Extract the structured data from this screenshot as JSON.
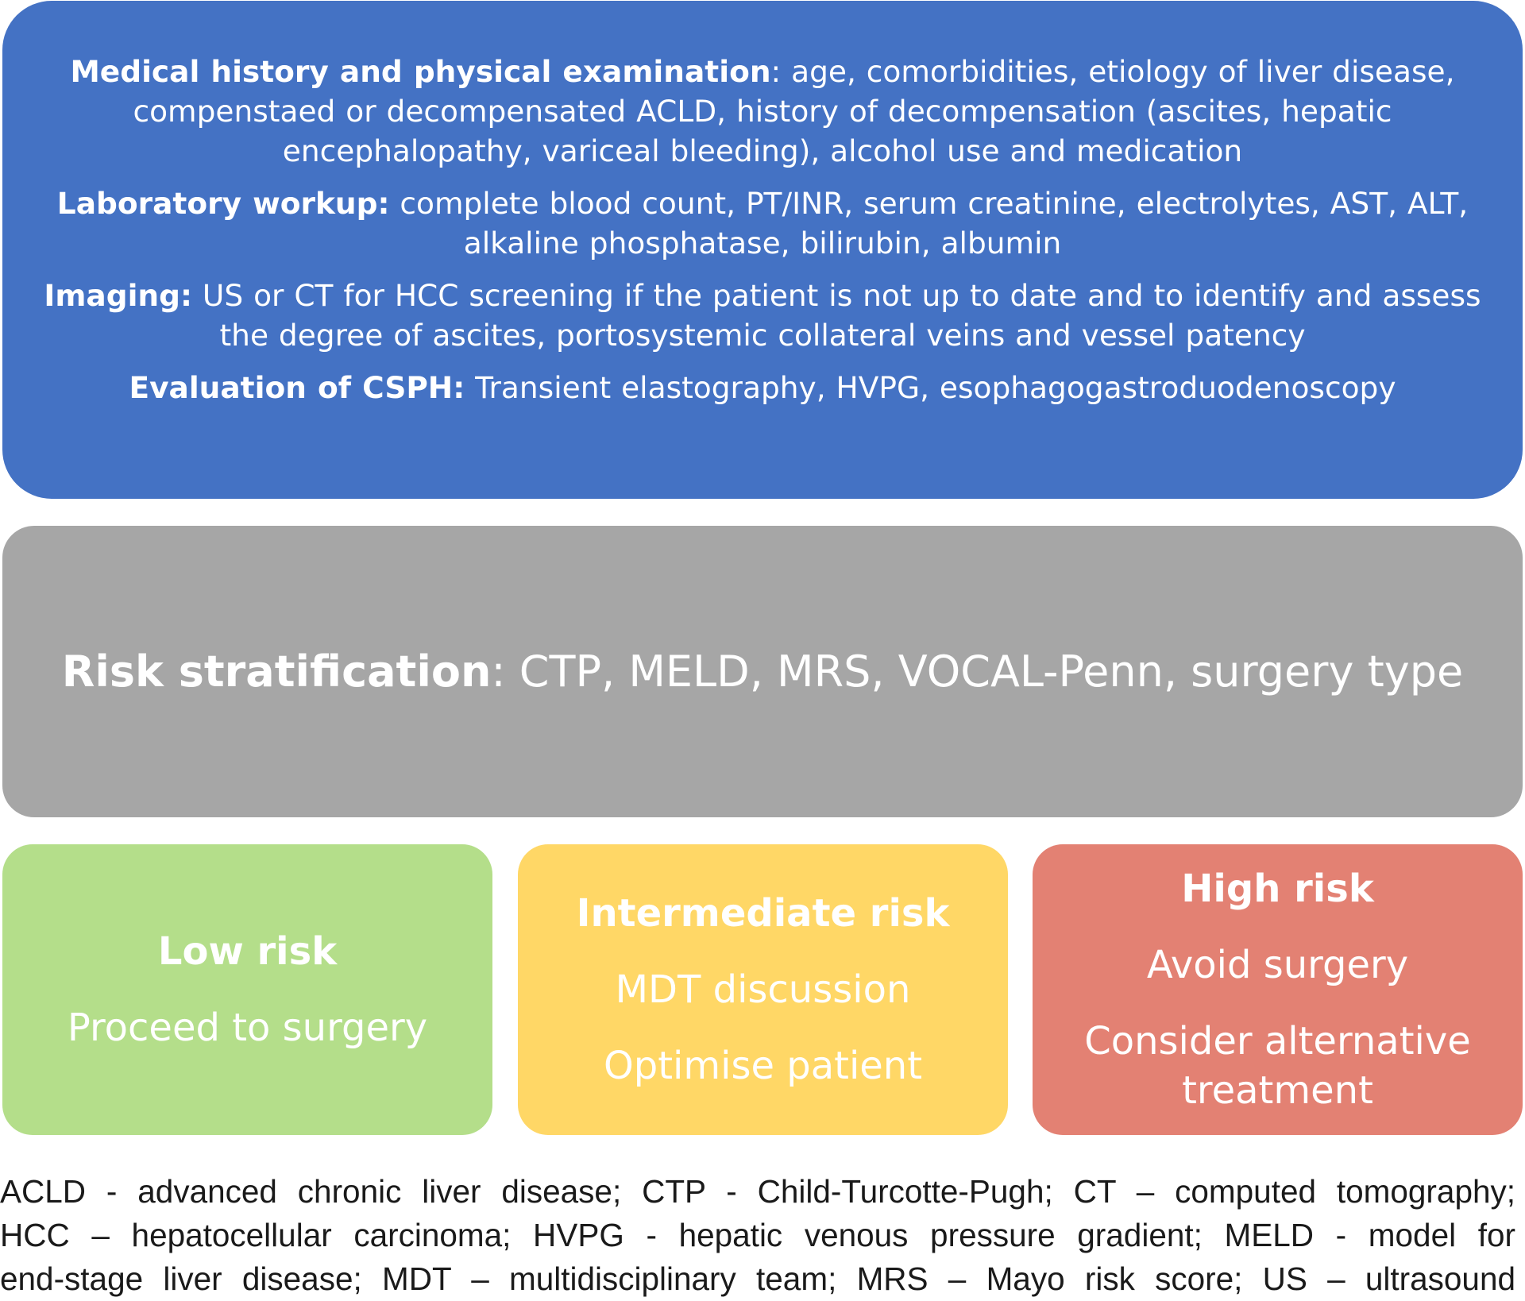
{
  "colors": {
    "assessment_bg": "#4472C4",
    "risk_bg": "#A6A6A6",
    "low_bg": "#B4DE8A",
    "intermediate_bg": "#FFD766",
    "high_bg": "#E38173",
    "text": "#FFFFFF"
  },
  "assessment": {
    "history_label": "Medical history and physical examination",
    "history_text": ": age, comorbidities, etiology of liver disease, compenstaed or decompensated ACLD, history of decompensation (ascites, hepatic encephalopathy, variceal bleeding), alcohol use and medication",
    "lab_label": "Laboratory workup:",
    "lab_text": " complete blood count, PT/INR, serum creatinine, electrolytes, AST, ALT, alkaline phosphatase, bilirubin, albumin",
    "imaging_label": "Imaging:",
    "imaging_text": " US or CT for HCC screening if the patient is not up to date and to identify and assess the degree of ascites, portosystemic collateral veins and vessel patency",
    "csph_label": "Evaluation of CSPH:",
    "csph_text": " Transient elastography, HVPG, esophagogastroduodenoscopy"
  },
  "risk_stratification": {
    "label": "Risk stratification",
    "text": ": CTP, MELD, MRS, VOCAL-Penn, surgery type"
  },
  "tiers": {
    "low": {
      "title": "Low risk",
      "action": "Proceed to surgery"
    },
    "intermediate": {
      "title": "Intermediate risk",
      "action_1": "MDT discussion",
      "action_2": "Optimise patient"
    },
    "high": {
      "title": "High risk",
      "action_1": "Avoid surgery",
      "action_2": "Consider alternative treatment"
    }
  },
  "footnote": {
    "line_1": "ACLD - advanced chronic liver disease; CTP - Child-Turcotte-Pugh; CT – computed tomography;",
    "line_2": "HCC – hepatocellular carcinoma; HVPG - hepatic venous pressure gradient; MELD - model for",
    "line_3": "end-stage liver disease; MDT – multidisciplinary team; MRS – Mayo risk score; US – ultrasound"
  }
}
